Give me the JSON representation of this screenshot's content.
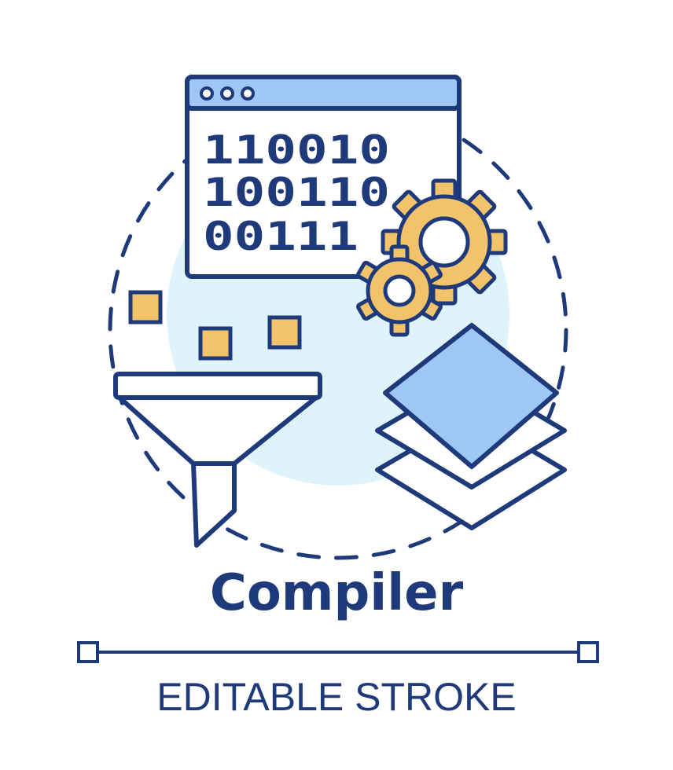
{
  "title": "Compiler",
  "subtitle": "EDITABLE STROKE",
  "window": {
    "code_lines": [
      "110010",
      "100110",
      "00111"
    ]
  },
  "colors": {
    "stroke": "#1f3a7a",
    "light_blue_fill": "#9ec7f5",
    "background_circle": "#dff4fa",
    "gear_orange": "#f2c36b",
    "square_orange": "#f2c36b"
  },
  "icons": [
    "browser-window-icon",
    "gear-icon",
    "funnel-icon",
    "layers-icon"
  ]
}
